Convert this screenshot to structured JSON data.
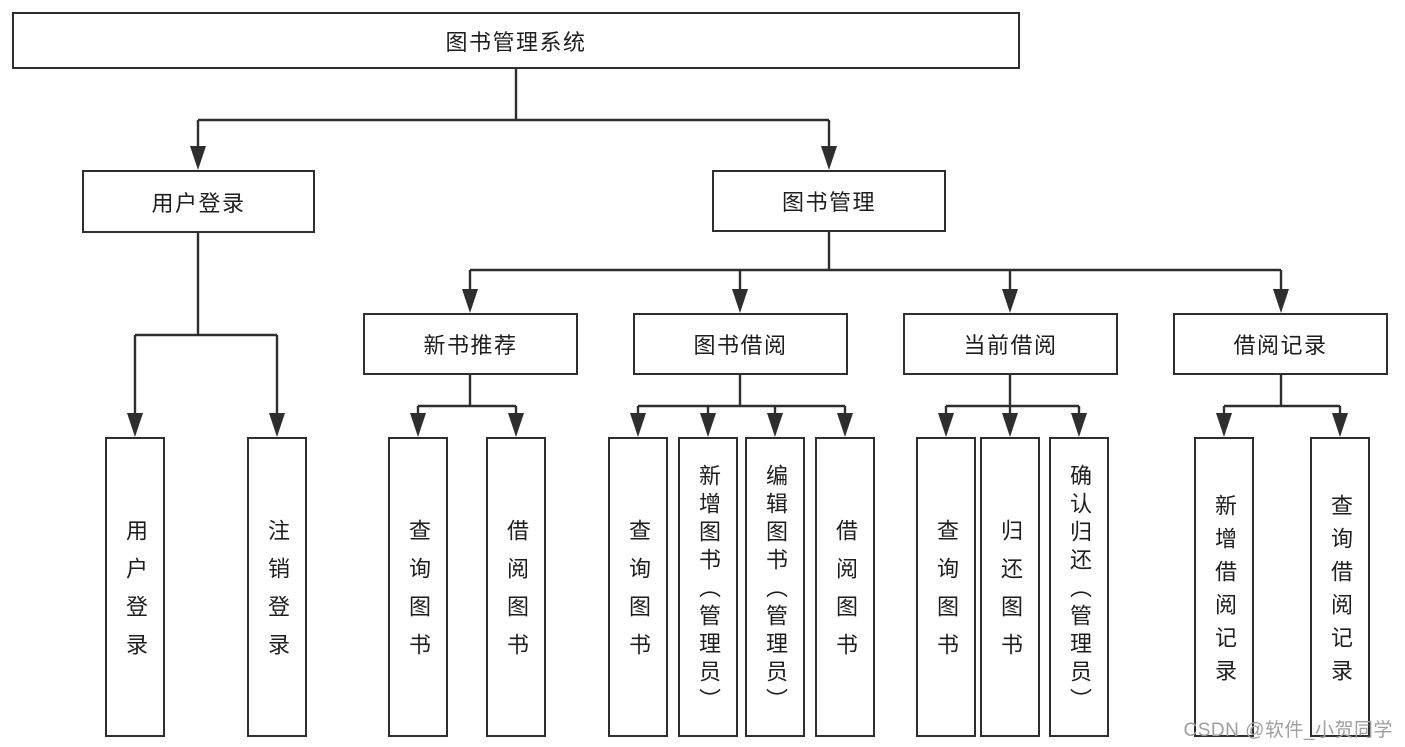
{
  "tree": {
    "label": "图书管理系统",
    "children": [
      {
        "label": "用户登录",
        "children": [
          {
            "label": "用户登录"
          },
          {
            "label": "注销登录"
          }
        ]
      },
      {
        "label": "图书管理",
        "children": [
          {
            "label": "新书推荐",
            "children": [
              {
                "label": "查询图书"
              },
              {
                "label": "借阅图书"
              }
            ]
          },
          {
            "label": "图书借阅",
            "children": [
              {
                "label": "查询图书"
              },
              {
                "label": "新增图书（管理员）"
              },
              {
                "label": "编辑图书（管理员）"
              },
              {
                "label": "借阅图书"
              }
            ]
          },
          {
            "label": "当前借阅",
            "children": [
              {
                "label": "查询图书"
              },
              {
                "label": "归还图书"
              },
              {
                "label": "确认归还（管理员）"
              }
            ]
          },
          {
            "label": "借阅记录",
            "children": [
              {
                "label": "新增借阅记录"
              },
              {
                "label": "查询借阅记录"
              }
            ]
          }
        ]
      }
    ]
  },
  "watermark": {
    "text": "CSDN @软件_小贺同学"
  },
  "colors": {
    "line": "#2e2e2e",
    "text": "#1e1e1e",
    "watermark": "#9f9f9f",
    "background": "#ffffff"
  }
}
